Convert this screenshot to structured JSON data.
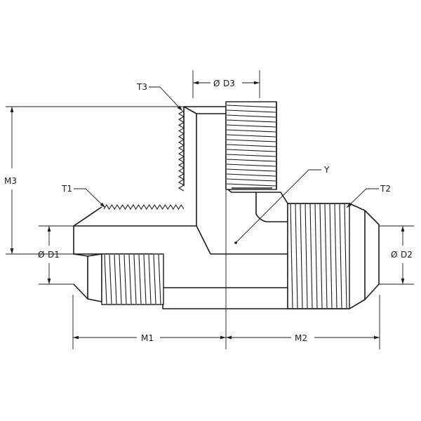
{
  "labels": {
    "t3": "T3",
    "d3": "D3",
    "m3": "M3",
    "t1": "T1",
    "d1": "D1",
    "t2": "T2",
    "d2": "D2",
    "y": "Y",
    "m1": "M1",
    "m2": "M2"
  },
  "symbols": {
    "diameter": "Ø"
  },
  "icons": {
    "diameter_symbol": "diameter-icon"
  },
  "colors": {
    "line": "#1a1a1a",
    "background": "#ffffff"
  }
}
